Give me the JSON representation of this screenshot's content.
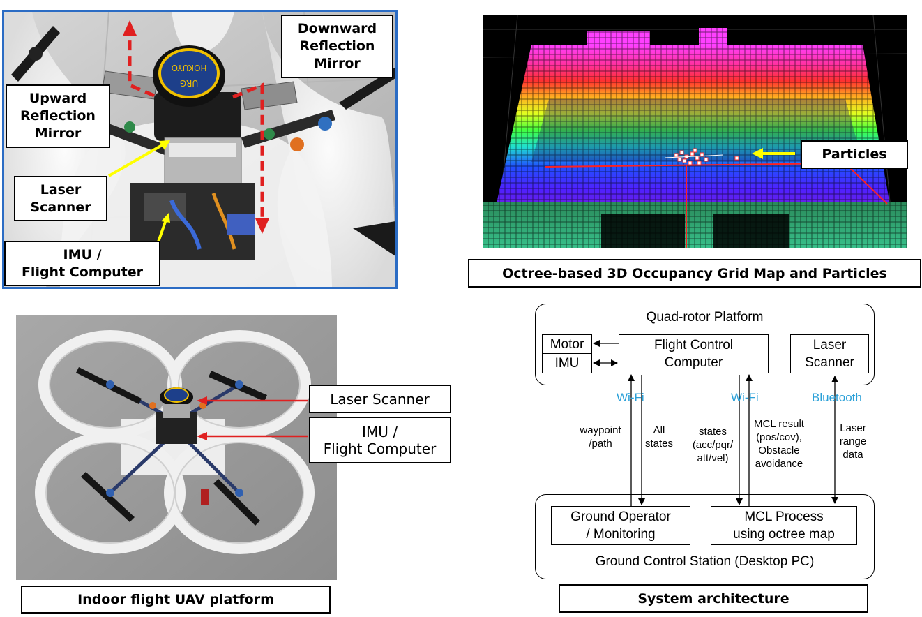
{
  "top_left": {
    "upward_mirror": "Upward\nReflection\nMirror",
    "downward_mirror": "Downward\nReflection\nMirror",
    "laser_scanner": "Laser\nScanner",
    "imu_fc": "IMU /\nFlight Computer",
    "sensor_brand": "HOKUYO",
    "sensor_model": "URG"
  },
  "top_right": {
    "particles": "Particles",
    "caption": "Octree-based 3D Occupancy Grid Map and Particles"
  },
  "bottom_left": {
    "laser_scanner": "Laser Scanner",
    "imu_fc": "IMU /\nFlight Computer",
    "caption": "Indoor flight UAV platform"
  },
  "architecture": {
    "platform_title": "Quad-rotor Platform",
    "motor": "Motor",
    "imu": "IMU",
    "fcc": "Flight Control\nComputer",
    "laser": "Laser\nScanner",
    "link1": "Wi-Fi",
    "link2": "Wi-Fi",
    "link3": "Bluetooth",
    "msg_waypoint": "waypoint\n/path",
    "msg_all_states": "All\nstates",
    "msg_states": "states\n(acc/pqr/\natt/vel)",
    "msg_mcl": "MCL result\n(pos/cov),\nObstacle\navoidance",
    "msg_laser": "Laser\nrange\ndata",
    "ground_operator": "Ground Operator\n/ Monitoring",
    "mcl_process": "MCL Process\nusing octree map",
    "station_title": "Ground Control Station (Desktop PC)",
    "caption": "System architecture"
  },
  "colors": {
    "frame_blue": "#2b6cc4",
    "arrow_red": "#e02020",
    "arrow_yellow": "#ffff00",
    "link_blue": "#2aa0d8"
  }
}
